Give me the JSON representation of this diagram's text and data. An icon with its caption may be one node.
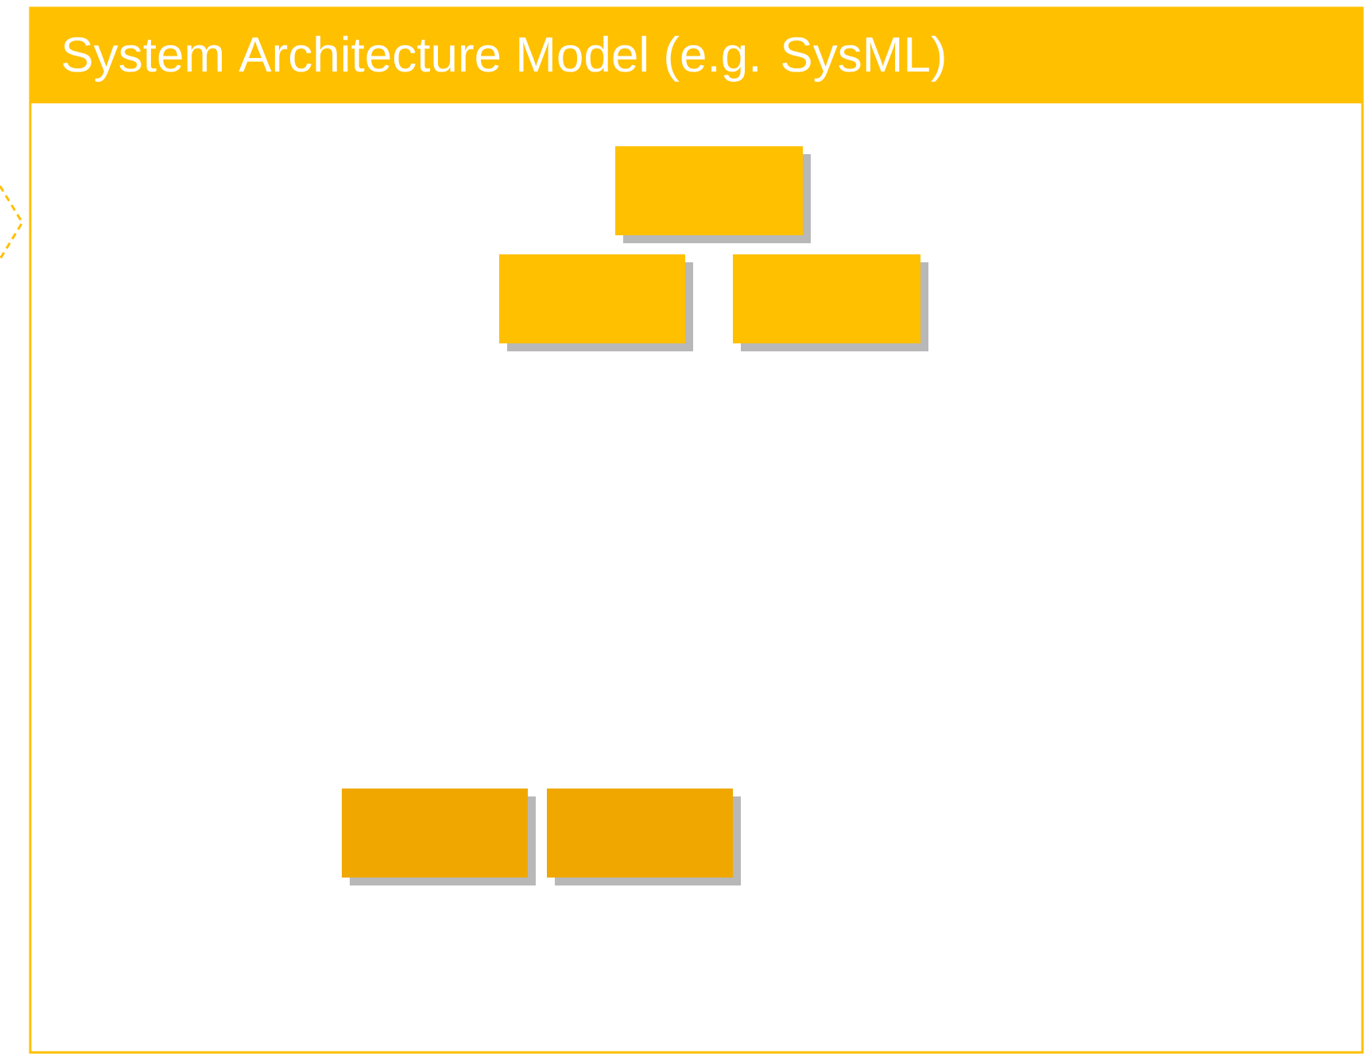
{
  "diagram": {
    "nodes": [
      {
        "text": [
          "System Architecture Model (e.g. SysML)"
        ]
      },
      {
        "text": [],
        "shape": "box",
        "in": 0
      },
      {
        "text": [],
        "shape": "box",
        "in": 0
      },
      {
        "text": [],
        "shape": "box",
        "in": 0
      },
      {
        "text": [],
        "shape": "box",
        "in": 0
      },
      {
        "text": [],
        "shape": "box",
        "in": 0
      }
    ]
  }
}
